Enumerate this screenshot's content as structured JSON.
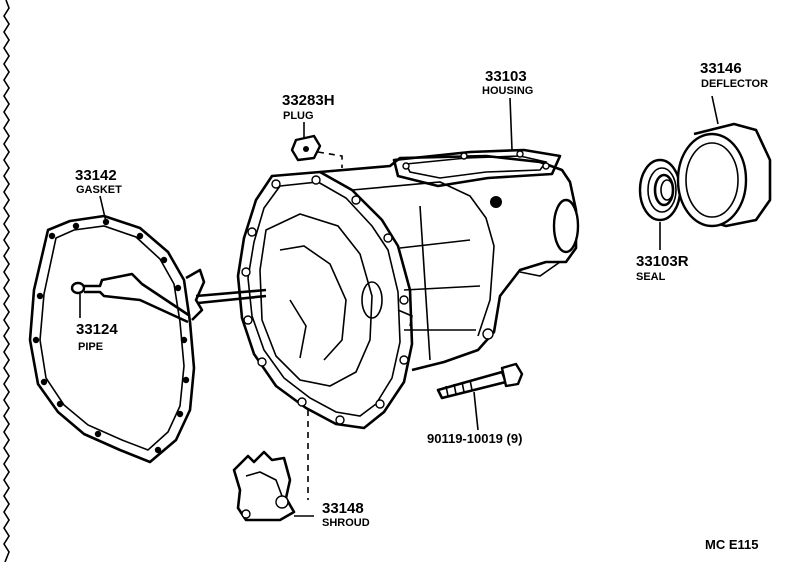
{
  "parts": [
    {
      "id": "gasket",
      "number": "33142",
      "name": "GASKET"
    },
    {
      "id": "pipe",
      "number": "33124",
      "name": "PIPE"
    },
    {
      "id": "plug",
      "number": "33283H",
      "name": "PLUG"
    },
    {
      "id": "housing",
      "number": "33103",
      "name": "HOUSING"
    },
    {
      "id": "deflector",
      "number": "33146",
      "name": "DEFLECTOR"
    },
    {
      "id": "seal",
      "number": "33103R",
      "name": "SEAL"
    },
    {
      "id": "bolt",
      "number": "90119-10019 (9)",
      "name": ""
    },
    {
      "id": "shroud",
      "number": "33148",
      "name": "SHROUD"
    }
  ],
  "diagram_code": "MC E115"
}
